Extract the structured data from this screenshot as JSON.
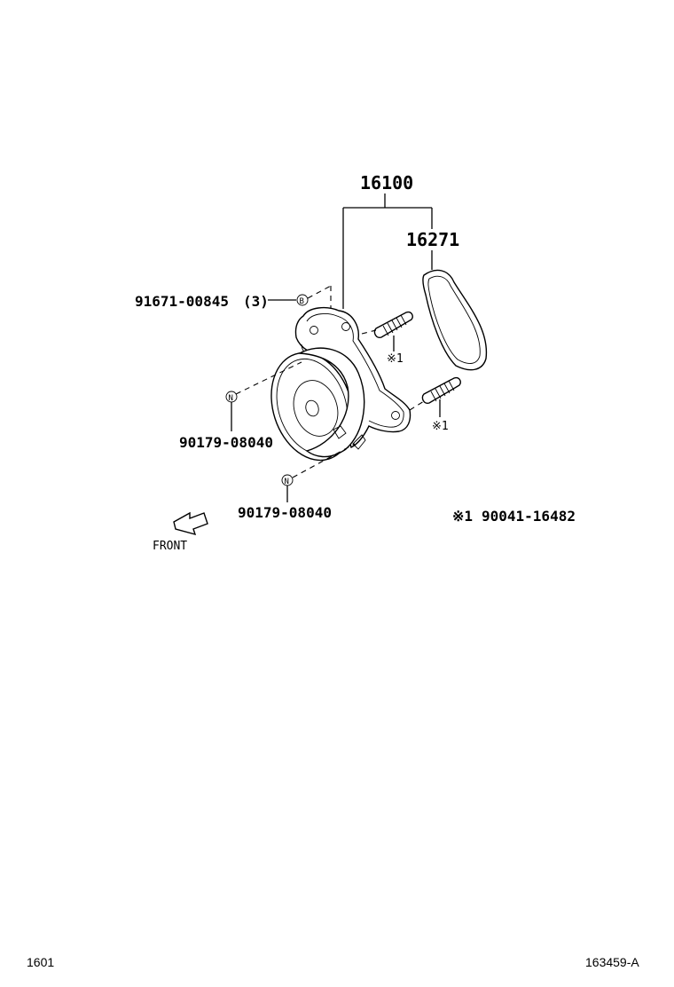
{
  "callouts": {
    "assembly": "16100",
    "gasket": "16271",
    "bolt": "91671-00845",
    "bolt_qty": "(3)",
    "nut_upper": "90179-08040",
    "nut_lower": "90179-08040",
    "stud_marker_upper": "※1",
    "stud_marker_lower": "※1"
  },
  "legend": {
    "marker": "※1",
    "part_number": "90041-16482"
  },
  "symbols": {
    "bolt_letter": "B",
    "nut_letter_upper": "N",
    "nut_letter_lower": "N"
  },
  "front": {
    "label": "FRONT"
  },
  "footer": {
    "page_code": "1601",
    "diagram_id": "163459-A"
  }
}
